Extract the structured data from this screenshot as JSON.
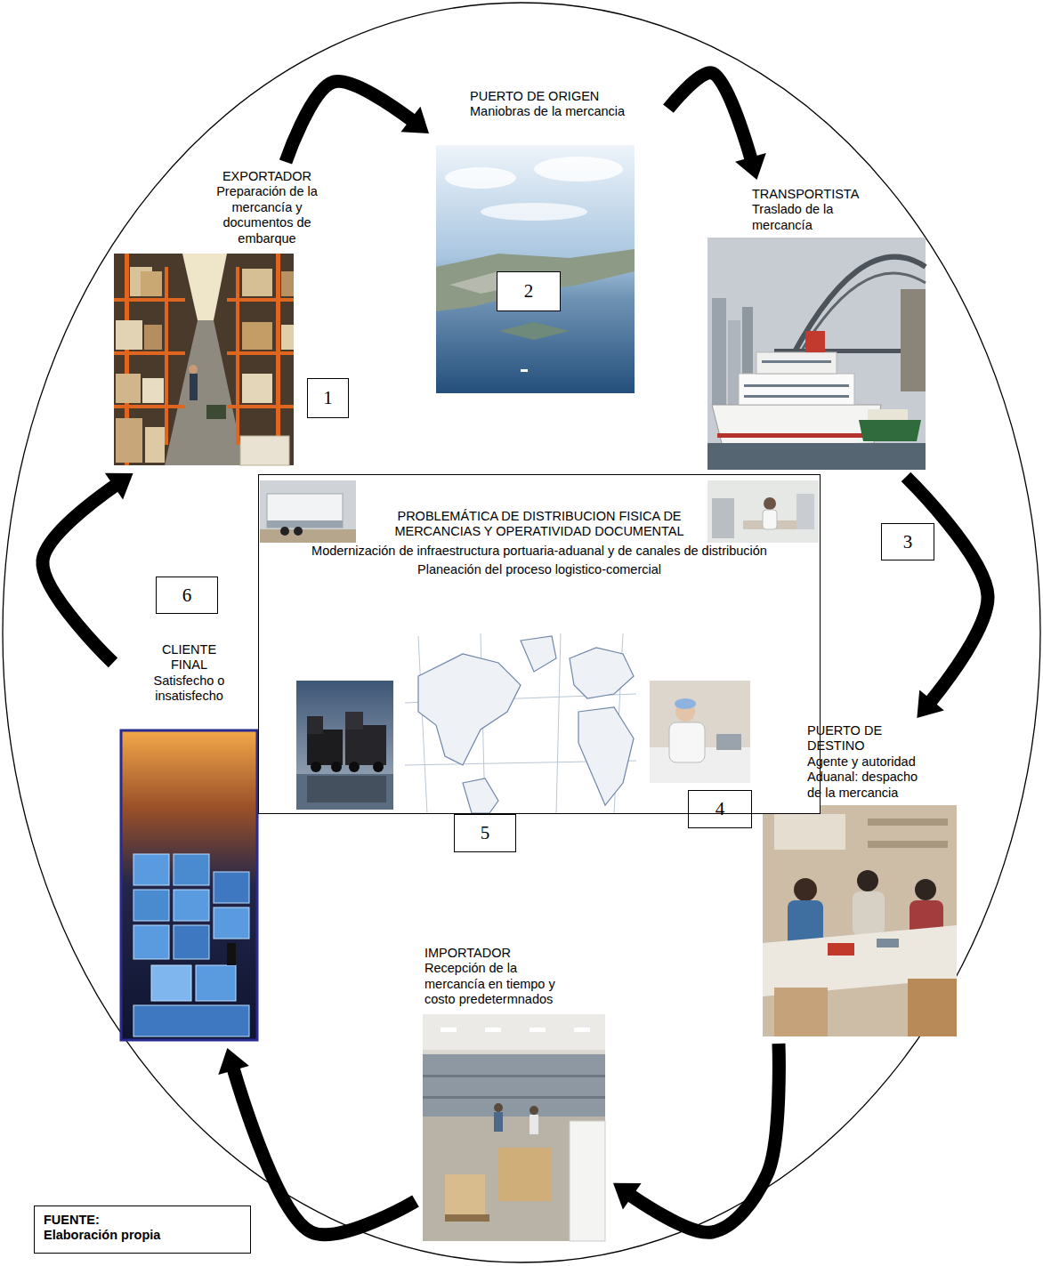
{
  "diagram": {
    "nodes": [
      {
        "text": [
          "EXPORTADOR",
          "Preparación de la mercancía y documentos de embarque"
        ]
      },
      {
        "text": [
          "1"
        ]
      },
      {
        "text": [
          "PUERTO DE ORIGEN",
          "Maniobras de la mercancia"
        ]
      },
      {
        "text": [
          "2"
        ],
        "in": 2
      },
      {
        "text": [
          "TRANSPORTISTA",
          "Traslado de la mercancía"
        ]
      },
      {
        "text": [
          "3"
        ]
      },
      {
        "text": [
          "PUERTO DE DESTINO",
          "Agente y autoridad Aduanal: despacho de la mercancia"
        ]
      },
      {
        "text": [
          "4"
        ]
      },
      {
        "text": [
          "IMPORTADOR",
          "Recepción de la mercancía en tiempo y costo predetermnados"
        ]
      },
      {
        "text": [
          "CLIENTE FINAL",
          "Satisfecho o insatisfecho"
        ]
      },
      {
        "text": [
          "6"
        ]
      },
      {
        "text": [
          "PROBLEMÁTICA DE DISTRIBUCION FISICA DE MERCANCIAS Y OPERATIVIDAD DOCUMENTAL",
          "Modernización de infraestructura portuaria-aduanal y de canales de distribución",
          "Planeación del proceso logistico-comercial"
        ]
      },
      {
        "text": [
          "5"
        ]
      },
      {
        "text": [
          "FUENTE:",
          "Elaboración propia"
        ]
      }
    ],
    "edges": [
      {
        "from": 0,
        "to": 2,
        "arrow": "to"
      },
      {
        "from": 2,
        "to": 4,
        "arrow": "to"
      },
      {
        "from": 4,
        "to": 6,
        "arrow": "to"
      },
      {
        "from": 6,
        "to": 8,
        "arrow": "to"
      },
      {
        "from": 8,
        "to": 9,
        "arrow": "to"
      },
      {
        "from": 9,
        "to": 0,
        "arrow": "to"
      }
    ]
  }
}
